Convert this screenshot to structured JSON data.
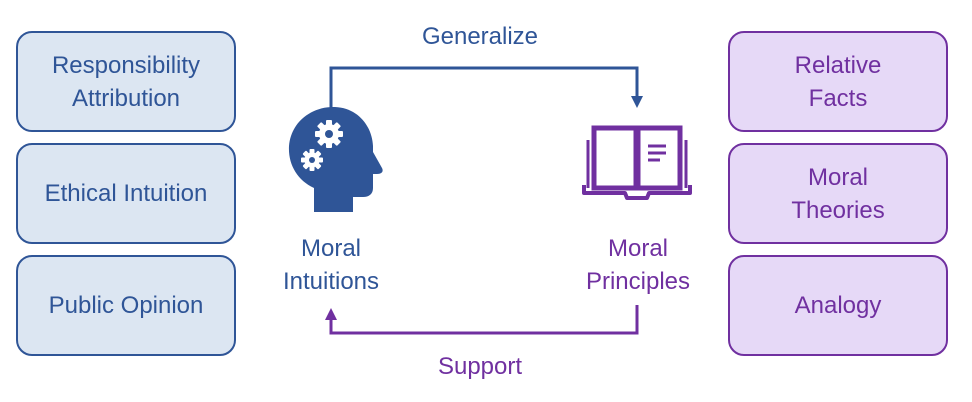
{
  "left_boxes": [
    {
      "label": "Responsibility\nAttribution"
    },
    {
      "label": "Ethical Intuition"
    },
    {
      "label": "Public Opinion"
    }
  ],
  "right_boxes": [
    {
      "label": "Relative\nFacts"
    },
    {
      "label": "Moral\nTheories"
    },
    {
      "label": "Analogy"
    }
  ],
  "nodes": {
    "intuitions": {
      "label": "Moral\nIntuitions",
      "icon": "head-gears-icon"
    },
    "principles": {
      "label": "Moral\nPrinciples",
      "icon": "open-book-icon"
    }
  },
  "edges": {
    "top": {
      "label": "Generalize"
    },
    "bottom": {
      "label": "Support"
    }
  },
  "colors": {
    "blue": "#2f5597",
    "blue_fill": "#dce6f2",
    "purple": "#7030a0",
    "purple_fill": "#e6d9f7"
  }
}
